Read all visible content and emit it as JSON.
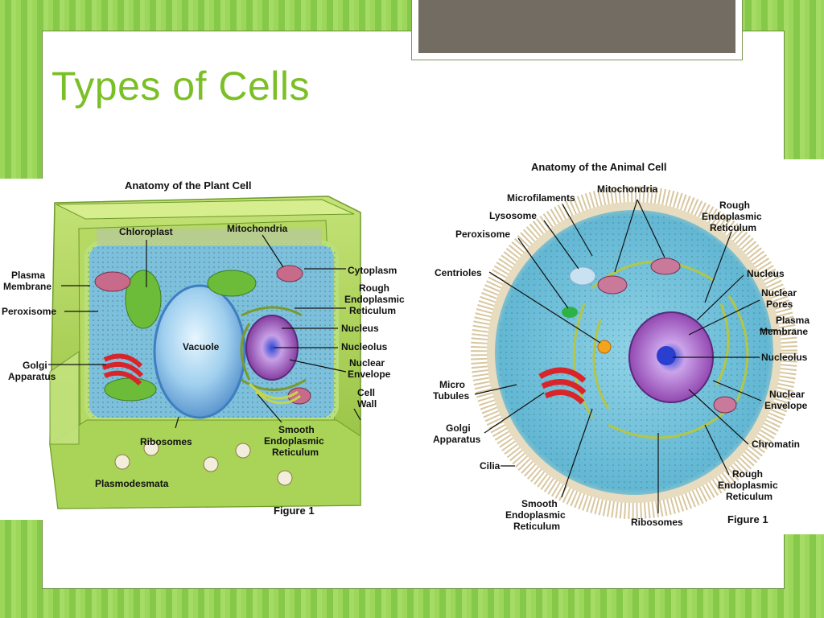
{
  "slide": {
    "title": "Types of Cells"
  },
  "plant_cell": {
    "heading": "Anatomy of the Plant Cell",
    "figure_label": "Figure 1",
    "labels": {
      "chloroplast": "Chloroplast",
      "mitochondria": "Mitochondria",
      "plasma_membrane": [
        "Plasma",
        "Membrane"
      ],
      "peroxisome": "Peroxisome",
      "golgi": [
        "Golgi",
        "Apparatus"
      ],
      "cytoplasm": "Cytoplasm",
      "rough_er": [
        "Rough",
        "Endoplasmic",
        "Reticulum"
      ],
      "nucleus": "Nucleus",
      "nucleolus": "Nucleolus",
      "nuclear_envelope": [
        "Nuclear",
        "Envelope"
      ],
      "cell_wall": [
        "Cell",
        "Wall"
      ],
      "vacuole": "Vacuole",
      "ribosomes": "Ribosomes",
      "smooth_er": [
        "Smooth",
        "Endoplasmic",
        "Reticulum"
      ],
      "plasmodesmata": "Plasmodesmata"
    }
  },
  "animal_cell": {
    "heading": "Anatomy of the Animal Cell",
    "figure_label": "Figure 1",
    "labels": {
      "microfilaments": "Microfilaments",
      "mitochondria": "Mitochondria",
      "lysosome": "Lysosome",
      "peroxisome": "Peroxisome",
      "centrioles": "Centrioles",
      "rough_er_top": [
        "Rough",
        "Endoplasmic",
        "Reticulum"
      ],
      "nucleus": "Nucleus",
      "nuclear_pores": [
        "Nuclear",
        "Pores"
      ],
      "plasma_membrane": [
        "Plasma",
        "Membrane"
      ],
      "nucleolus": "Nucleolus",
      "microtubules": [
        "Micro",
        "Tubules"
      ],
      "nuclear_envelope": [
        "Nuclear",
        "Envelope"
      ],
      "golgi": [
        "Golgi",
        "Apparatus"
      ],
      "chromatin": "Chromatin",
      "cilia": "Cilia",
      "rough_er_bottom": [
        "Rough",
        "Endoplasmic",
        "Reticulum"
      ],
      "smooth_er": [
        "Smooth",
        "Endoplasmic",
        "Reticulum"
      ],
      "ribosomes": "Ribosomes"
    }
  },
  "colors": {
    "title": "#7bbf26",
    "background": "#8fd14f",
    "tab": "#736c62"
  }
}
